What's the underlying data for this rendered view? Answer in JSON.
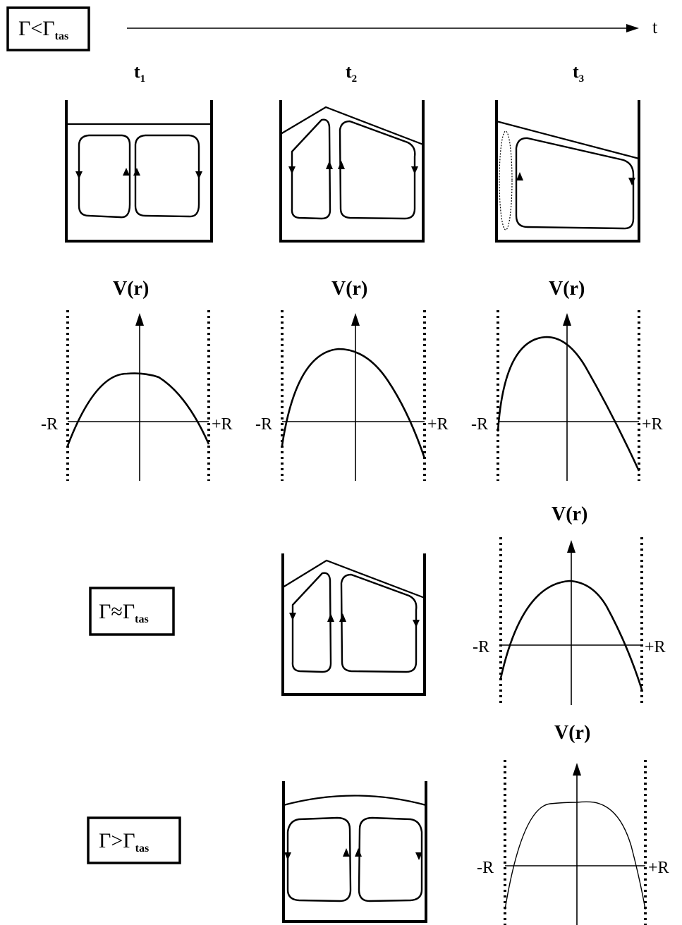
{
  "conditions": {
    "lt": {
      "gamma": "Γ",
      "rel": "<",
      "gamma2": "Γ",
      "sub": "tas"
    },
    "approx": {
      "gamma": "Γ",
      "rel": "≈",
      "gamma2": "Γ",
      "sub": "tas"
    },
    "gt": {
      "gamma": "Γ",
      "rel": ">",
      "gamma2": "Γ",
      "sub": "tas"
    }
  },
  "time_axis": {
    "label": "t"
  },
  "time_steps": [
    {
      "main": "t",
      "sub": "1"
    },
    {
      "main": "t",
      "sub": "2"
    },
    {
      "main": "t",
      "sub": "3"
    }
  ],
  "profiles": {
    "title": "V(r)",
    "left_label": "-R",
    "right_label": "+R"
  }
}
